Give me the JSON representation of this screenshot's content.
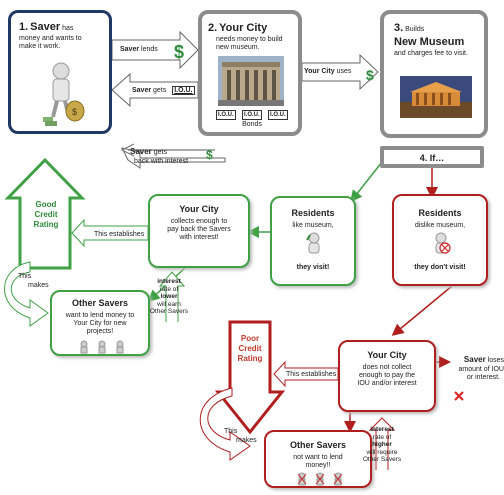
{
  "step1": {
    "num": "1.",
    "title": "Saver",
    "line1": "has",
    "line2": "money and wants to",
    "line3": "make it work."
  },
  "step2": {
    "num": "2.",
    "title": "Your City",
    "line1": "needs money to build",
    "line2": "new museum.",
    "bond_label": "I.O.U.",
    "bonds_caption": "Bonds"
  },
  "step3": {
    "num": "3.",
    "title": "Builds",
    "subtitle": "New Museum",
    "line1": "and charges fee to visit."
  },
  "arrows": {
    "saver_lends_bold": "Saver",
    "saver_lends": "lends",
    "saver_gets_bold": "Saver",
    "saver_gets": "gets",
    "iou": "I.O.U.",
    "city_uses_bold": "Your City",
    "city_uses": "uses",
    "back_bold": "Saver",
    "back_gets": "gets",
    "back_line2": "back with interest"
  },
  "if_label": "4.  If…",
  "green_path": {
    "good_credit": [
      "Good",
      "Credit",
      "Rating"
    ],
    "residents_title": "Residents",
    "residents_line1": "like museum,",
    "residents_bold": "they visit!",
    "city_title": "Your City",
    "city_lines": [
      "collects enough to",
      "pay back the Savers",
      "with interest!"
    ],
    "establishes": "This establishes",
    "this_makes": [
      "This",
      "makes"
    ],
    "savers_title": "Other Savers",
    "savers_lines": [
      "want to lend money to",
      "Your City for new",
      "projects!"
    ],
    "savers_want": "want",
    "interest": [
      "interest",
      "rate of",
      "lower",
      "will earn",
      "Other Savers"
    ]
  },
  "red_path": {
    "residents_title": "Residents",
    "residents_line1": "dislike museum,",
    "residents_bold": "they don't visit!",
    "city_title": "Your City",
    "city_lines": [
      "does not collect",
      "enough to pay the",
      "IOU and/or interest"
    ],
    "poor_credit": [
      "Poor",
      "Credit",
      "Rating"
    ],
    "establishes": "This establishes",
    "this_makes": [
      "This",
      "makes"
    ],
    "savers_title": "Other Savers",
    "savers_lines": [
      "not want to lend",
      "money!!"
    ],
    "interest": [
      "interest",
      "rate of",
      "higher",
      "will require",
      "Other Savers"
    ],
    "saver_loses_bold": "Saver",
    "saver_loses": [
      "loses",
      "amount of IOU",
      "or interest."
    ]
  },
  "colors": {
    "green": "#3fa046",
    "red": "#b01e1e",
    "navy": "#1f3864",
    "gray": "#8c8c8c",
    "dollar": "#2e8b3a"
  }
}
